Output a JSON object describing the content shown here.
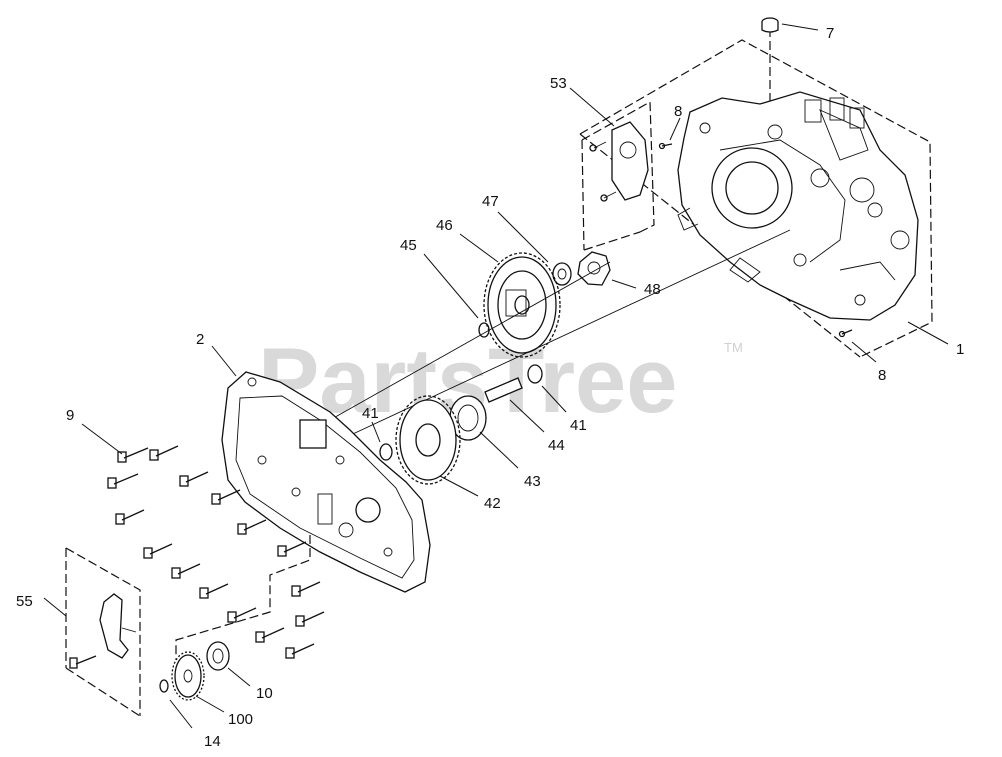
{
  "watermark": {
    "text": "PartsTree",
    "trademark": "TM"
  },
  "callouts": [
    {
      "key": "c7",
      "label": "7"
    },
    {
      "key": "c53",
      "label": "53"
    },
    {
      "key": "c8a",
      "label": "8"
    },
    {
      "key": "c47",
      "label": "47"
    },
    {
      "key": "c46",
      "label": "46"
    },
    {
      "key": "c45",
      "label": "45"
    },
    {
      "key": "c48",
      "label": "48"
    },
    {
      "key": "c1",
      "label": "1"
    },
    {
      "key": "c8b",
      "label": "8"
    },
    {
      "key": "c2",
      "label": "2"
    },
    {
      "key": "c9",
      "label": "9"
    },
    {
      "key": "c41a",
      "label": "41"
    },
    {
      "key": "c41b",
      "label": "41"
    },
    {
      "key": "c44",
      "label": "44"
    },
    {
      "key": "c43",
      "label": "43"
    },
    {
      "key": "c42",
      "label": "42"
    },
    {
      "key": "c55",
      "label": "55"
    },
    {
      "key": "c10",
      "label": "10"
    },
    {
      "key": "c100",
      "label": "100"
    },
    {
      "key": "c14",
      "label": "14"
    }
  ]
}
